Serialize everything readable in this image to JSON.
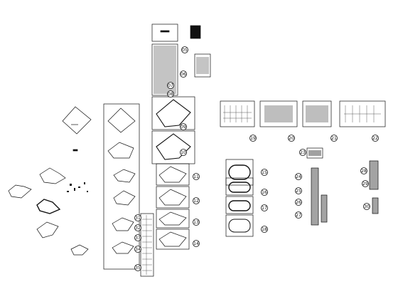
{
  "drawing": {
    "description_label": "",
    "sheet_numbers": [
      "05",
      "06",
      "07",
      "08",
      "09",
      "10",
      "11",
      "12",
      "13",
      "14",
      "15",
      "16",
      "17",
      "18",
      "19",
      "20",
      "21",
      "22",
      "23",
      "24",
      "25",
      "26",
      "27",
      "28",
      "29",
      "30",
      "31",
      "32",
      "33",
      "34",
      "35"
    ],
    "watermark": "",
    "colors": {
      "line": "#111111",
      "bg": "#ffffff",
      "watermark": "#e6e6e6"
    }
  }
}
